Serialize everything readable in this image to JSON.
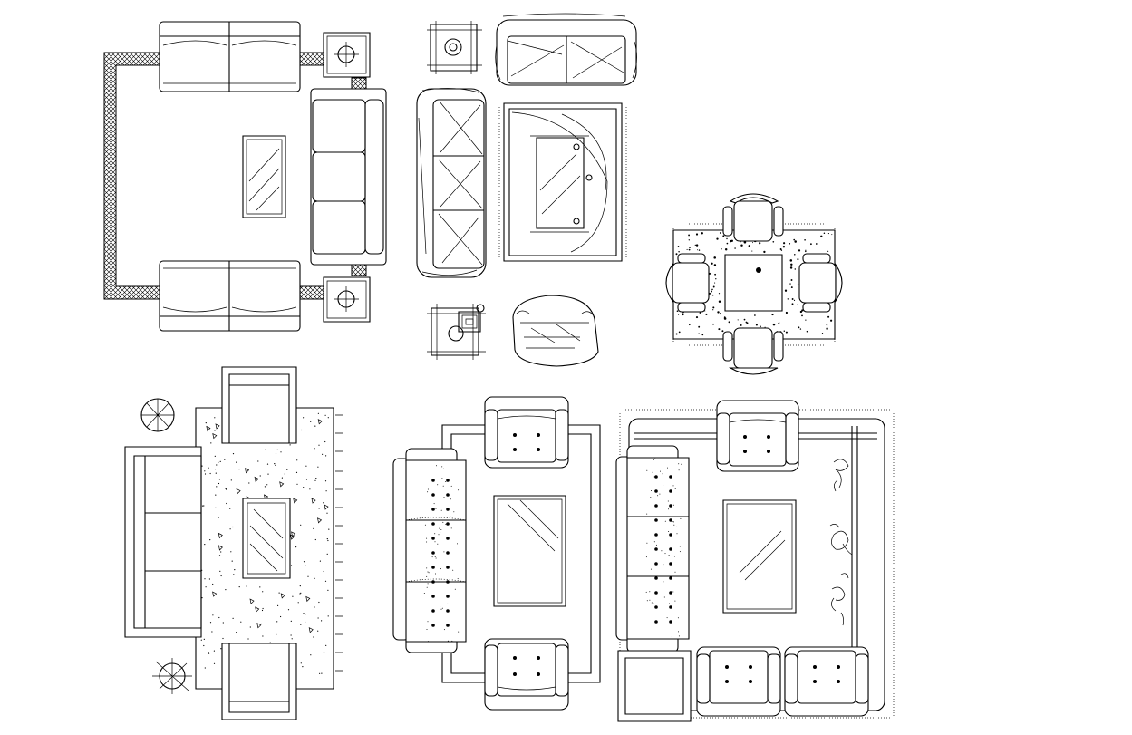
{
  "drawing": {
    "colors": {
      "background": "#ffffff",
      "line": "#000000"
    },
    "blocks": [
      {
        "id": "block-sofa-set-hatched-rug",
        "icon": "sofa-set-plan-icon"
      },
      {
        "id": "block-sofa-loveseat-end-tables",
        "icon": "sofa-plan-icon"
      },
      {
        "id": "block-rug-coffee-table",
        "icon": "rug-plan-icon"
      },
      {
        "id": "block-armchair-end-table",
        "icon": "armchair-plan-icon"
      },
      {
        "id": "block-dining-table-four-chairs",
        "icon": "dining-table-plan-icon"
      },
      {
        "id": "block-sofa-armchairs-dotted-rug",
        "icon": "sofa-set-plan-icon"
      },
      {
        "id": "block-tufted-sofa-set",
        "icon": "tufted-sofa-plan-icon"
      },
      {
        "id": "block-tufted-sofa-set-fringed-rug",
        "icon": "tufted-sofa-plan-icon"
      }
    ]
  }
}
